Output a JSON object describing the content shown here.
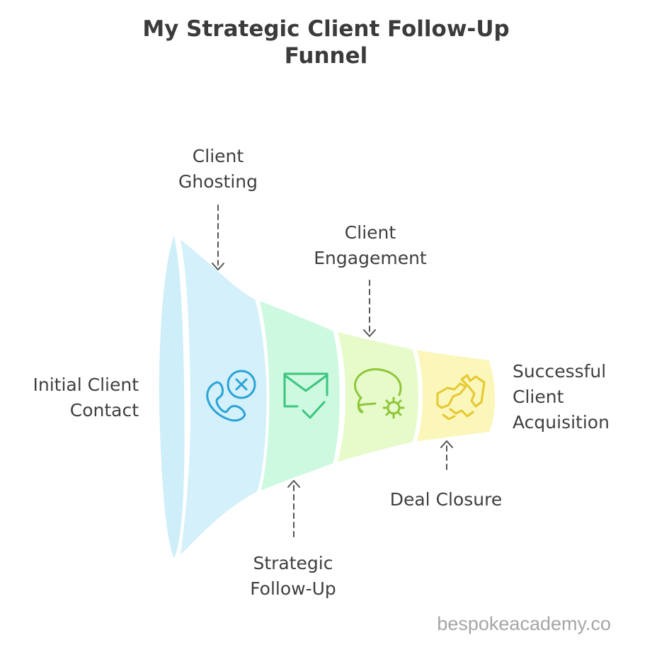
{
  "title": {
    "line1": "My Strategic Client Follow-Up",
    "line2": "Funnel"
  },
  "stages": [
    {
      "name": "Client Ghosting",
      "line1": "Client",
      "line2": "Ghosting",
      "icon": "phone-x-icon",
      "color": "#d3f0fb",
      "icon_color": "#2aa3d6"
    },
    {
      "name": "Strategic Follow-Up",
      "line1": "Strategic",
      "line2": "Follow-Up",
      "icon": "mail-check-icon",
      "color": "#ccf9e0",
      "icon_color": "#3cc57d"
    },
    {
      "name": "Client Engagement",
      "line1": "Client",
      "line2": "Engagement",
      "icon": "chat-gear-icon",
      "color": "#e6fbc9",
      "icon_color": "#8fc63a"
    },
    {
      "name": "Deal Closure",
      "line1": "Deal Closure",
      "icon": "handshake-icon",
      "color": "#fbf6b9",
      "icon_color": "#e6c830"
    }
  ],
  "entry_label": {
    "line1": "Initial Client",
    "line2": "Contact"
  },
  "exit_label": {
    "line1": "Successful",
    "line2": "Client",
    "line3": "Acquisition"
  },
  "watermark": "bespokeacademy.co"
}
